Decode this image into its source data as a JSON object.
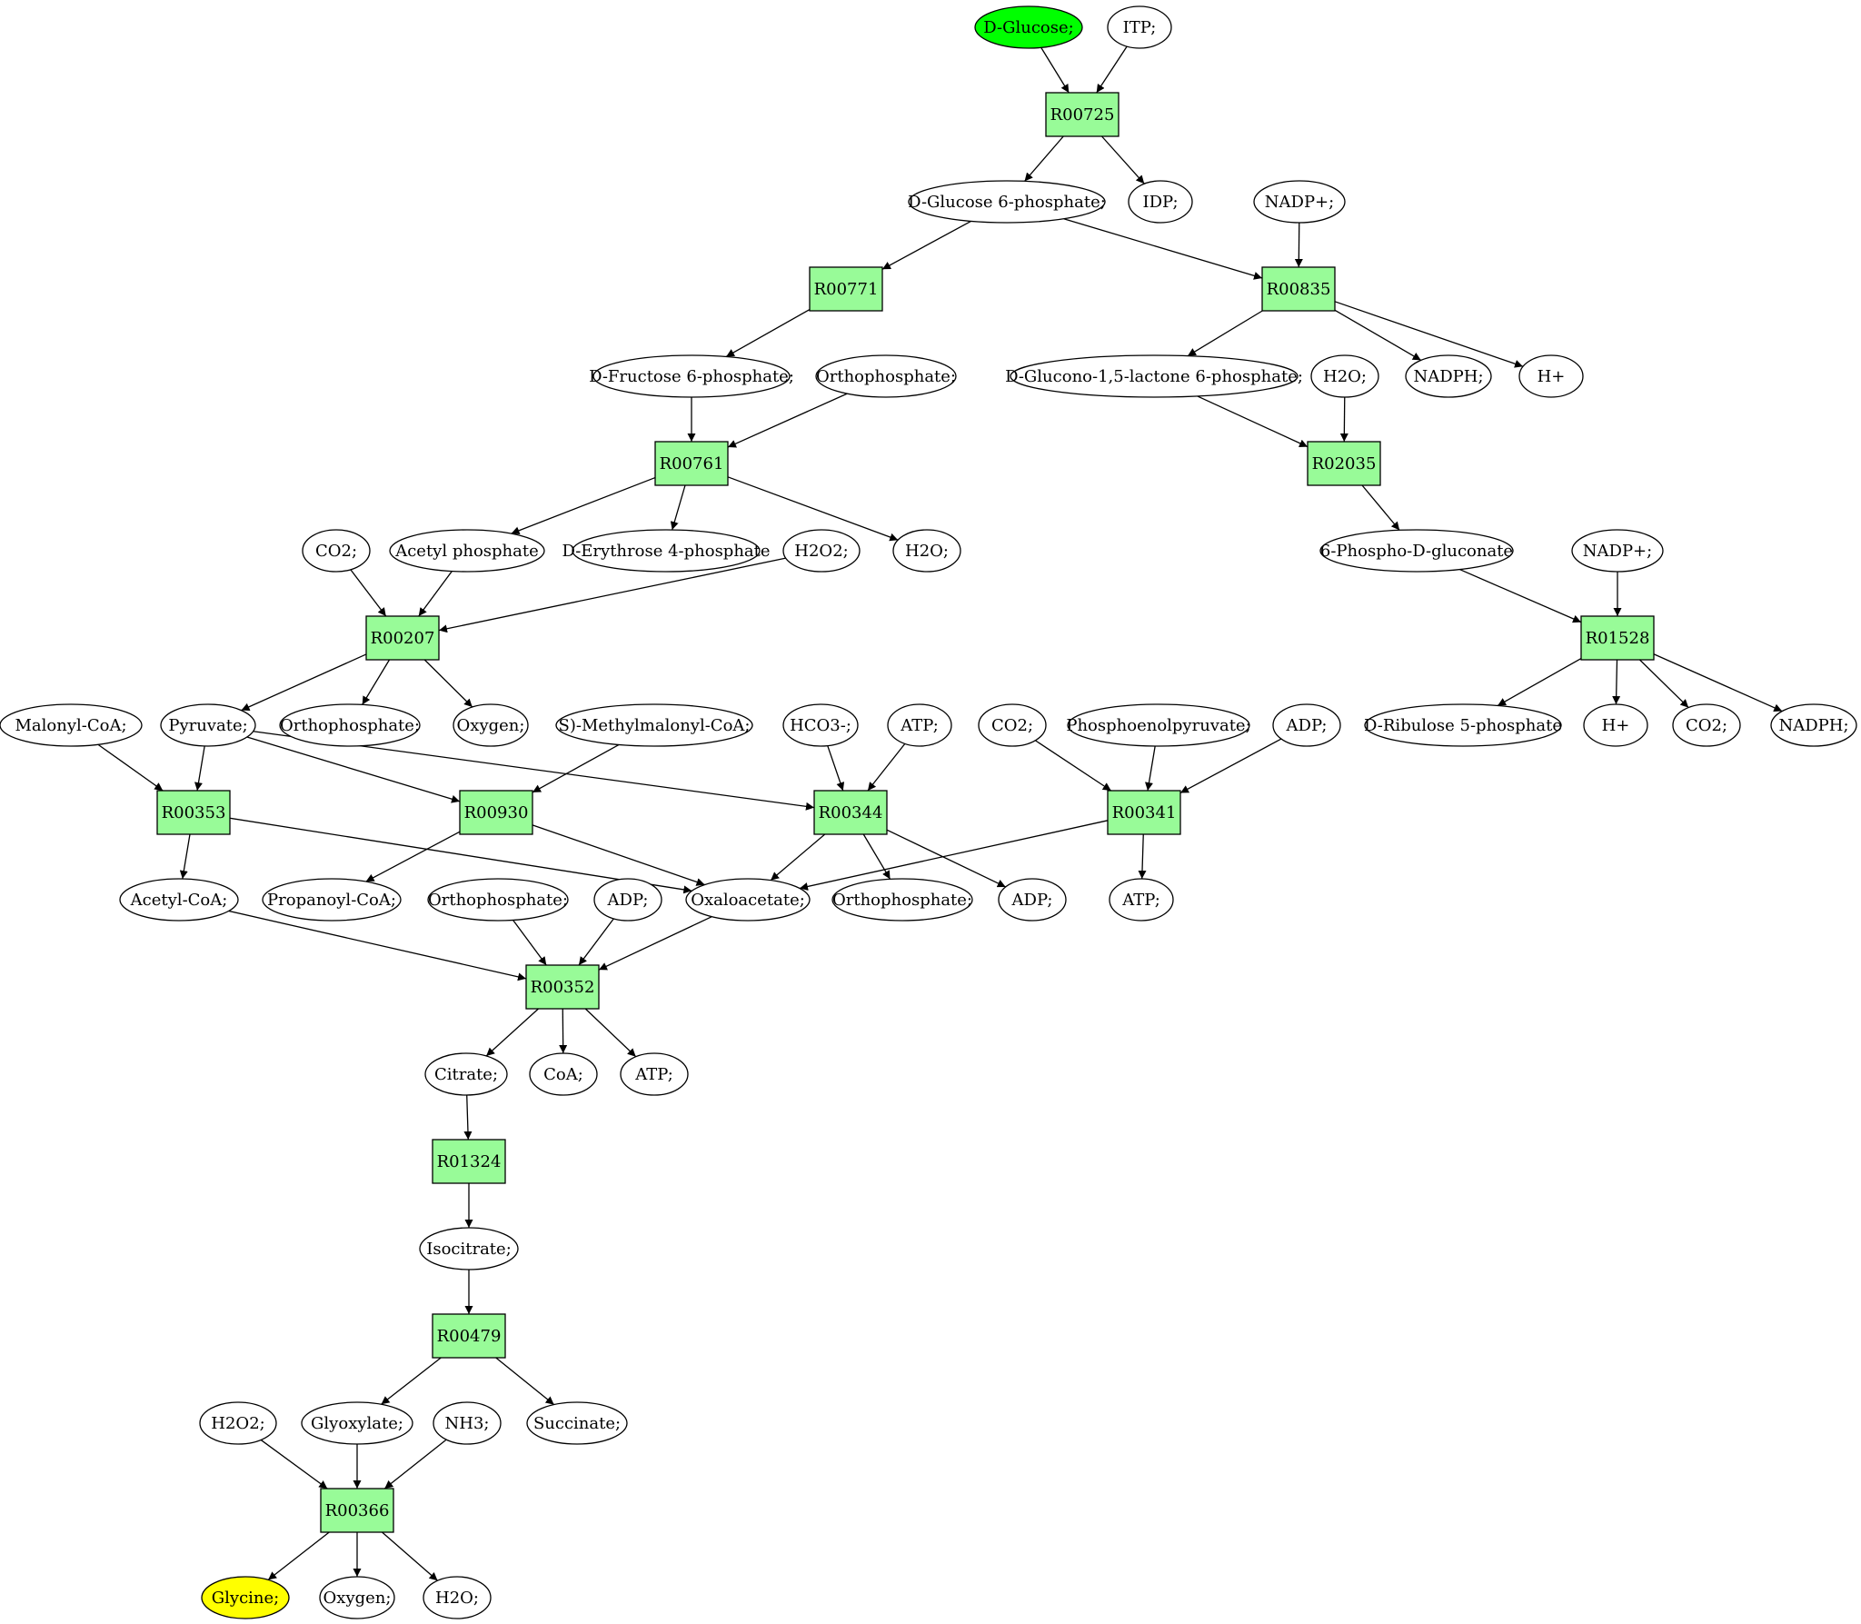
{
  "colors": {
    "reaction_fill": "#98fb98",
    "metabolite_fill": "#ffffff",
    "source_fill": "#00ff00",
    "target_fill": "#ffff00",
    "stroke": "#000000"
  },
  "reactions": [
    {
      "id": "R00725",
      "label": "R00725"
    },
    {
      "id": "R00771",
      "label": "R00771"
    },
    {
      "id": "R00835",
      "label": "R00835"
    },
    {
      "id": "R00761",
      "label": "R00761"
    },
    {
      "id": "R02035",
      "label": "R02035"
    },
    {
      "id": "R00207",
      "label": "R00207"
    },
    {
      "id": "R01528",
      "label": "R01528"
    },
    {
      "id": "R00353",
      "label": "R00353"
    },
    {
      "id": "R00930",
      "label": "R00930"
    },
    {
      "id": "R00344",
      "label": "R00344"
    },
    {
      "id": "R00341",
      "label": "R00341"
    },
    {
      "id": "R00352",
      "label": "R00352"
    },
    {
      "id": "R01324",
      "label": "R01324"
    },
    {
      "id": "R00479",
      "label": "R00479"
    },
    {
      "id": "R00366",
      "label": "R00366"
    }
  ],
  "metabolites": [
    {
      "id": "glucose",
      "label": "D-Glucose;",
      "role": "source"
    },
    {
      "id": "itp",
      "label": "ITP;"
    },
    {
      "id": "g6p",
      "label": "D-Glucose 6-phosphate;"
    },
    {
      "id": "idp",
      "label": "IDP;"
    },
    {
      "id": "nadp1",
      "label": "NADP+;"
    },
    {
      "id": "f6p",
      "label": "D-Fructose 6-phosphate;"
    },
    {
      "id": "ortho1",
      "label": "Orthophosphate;"
    },
    {
      "id": "glucono",
      "label": "D-Glucono-1,5-lactone 6-phosphate;"
    },
    {
      "id": "h2o1",
      "label": "H2O;"
    },
    {
      "id": "nadph1",
      "label": "NADPH;"
    },
    {
      "id": "hplus1",
      "label": "H+"
    },
    {
      "id": "co2a",
      "label": "CO2;"
    },
    {
      "id": "acetylp",
      "label": "Acetyl phosphate"
    },
    {
      "id": "e4p",
      "label": "D-Erythrose 4-phosphate"
    },
    {
      "id": "h2o2a",
      "label": "H2O2;"
    },
    {
      "id": "h2o2",
      "label": "H2O;"
    },
    {
      "id": "pgluc",
      "label": "6-Phospho-D-gluconate"
    },
    {
      "id": "nadp2",
      "label": "NADP+;"
    },
    {
      "id": "malcoa",
      "label": "Malonyl-CoA;"
    },
    {
      "id": "pyr",
      "label": "Pyruvate;"
    },
    {
      "id": "ortho2",
      "label": "Orthophosphate;"
    },
    {
      "id": "oxy1",
      "label": "Oxygen;"
    },
    {
      "id": "smmcoa",
      "label": "S)-Methylmalonyl-CoA;"
    },
    {
      "id": "hco3",
      "label": "HCO3-;"
    },
    {
      "id": "atp1",
      "label": "ATP;"
    },
    {
      "id": "co2b",
      "label": "CO2;"
    },
    {
      "id": "pep",
      "label": "Phosphoenolpyruvate;"
    },
    {
      "id": "adp1",
      "label": "ADP;"
    },
    {
      "id": "ru5p",
      "label": "D-Ribulose 5-phosphate"
    },
    {
      "id": "hplus2",
      "label": "H+"
    },
    {
      "id": "co2c",
      "label": "CO2;"
    },
    {
      "id": "nadph2",
      "label": "NADPH;"
    },
    {
      "id": "accoa",
      "label": "Acetyl-CoA;"
    },
    {
      "id": "propcoa",
      "label": "Propanoyl-CoA;"
    },
    {
      "id": "ortho3",
      "label": "Orthophosphate;"
    },
    {
      "id": "adp2",
      "label": "ADP;"
    },
    {
      "id": "oaa",
      "label": "Oxaloacetate;"
    },
    {
      "id": "ortho4",
      "label": "Orthophosphate;"
    },
    {
      "id": "adp3",
      "label": "ADP;"
    },
    {
      "id": "atp2",
      "label": "ATP;"
    },
    {
      "id": "citrate",
      "label": "Citrate;"
    },
    {
      "id": "coa",
      "label": "CoA;"
    },
    {
      "id": "atp3",
      "label": "ATP;"
    },
    {
      "id": "isocit",
      "label": "Isocitrate;"
    },
    {
      "id": "h2o2b",
      "label": "H2O2;"
    },
    {
      "id": "glyox",
      "label": "Glyoxylate;"
    },
    {
      "id": "nh3",
      "label": "NH3;"
    },
    {
      "id": "succ",
      "label": "Succinate;"
    },
    {
      "id": "glycine",
      "label": "Glycine;",
      "role": "target"
    },
    {
      "id": "oxy2",
      "label": "Oxygen;"
    },
    {
      "id": "h2o3",
      "label": "H2O;"
    }
  ],
  "edges": [
    [
      "glucose",
      "R00725"
    ],
    [
      "itp",
      "R00725"
    ],
    [
      "R00725",
      "g6p"
    ],
    [
      "R00725",
      "idp"
    ],
    [
      "g6p",
      "R00771"
    ],
    [
      "g6p",
      "R00835"
    ],
    [
      "nadp1",
      "R00835"
    ],
    [
      "R00771",
      "f6p"
    ],
    [
      "R00835",
      "glucono"
    ],
    [
      "R00835",
      "nadph1"
    ],
    [
      "R00835",
      "hplus1"
    ],
    [
      "f6p",
      "R00761"
    ],
    [
      "ortho1",
      "R00761"
    ],
    [
      "glucono",
      "R02035"
    ],
    [
      "h2o1",
      "R02035"
    ],
    [
      "R00761",
      "acetylp"
    ],
    [
      "R00761",
      "e4p"
    ],
    [
      "R00761",
      "h2o2"
    ],
    [
      "R02035",
      "pgluc"
    ],
    [
      "co2a",
      "R00207"
    ],
    [
      "acetylp",
      "R00207"
    ],
    [
      "h2o2a",
      "R00207"
    ],
    [
      "pgluc",
      "R01528"
    ],
    [
      "nadp2",
      "R01528"
    ],
    [
      "R00207",
      "pyr"
    ],
    [
      "R00207",
      "ortho2"
    ],
    [
      "R00207",
      "oxy1"
    ],
    [
      "R01528",
      "ru5p"
    ],
    [
      "R01528",
      "hplus2"
    ],
    [
      "R01528",
      "co2c"
    ],
    [
      "R01528",
      "nadph2"
    ],
    [
      "malcoa",
      "R00353"
    ],
    [
      "pyr",
      "R00353"
    ],
    [
      "pyr",
      "R00930"
    ],
    [
      "smmcoa",
      "R00930"
    ],
    [
      "pyr",
      "R00344"
    ],
    [
      "hco3",
      "R00344"
    ],
    [
      "atp1",
      "R00344"
    ],
    [
      "co2b",
      "R00341"
    ],
    [
      "pep",
      "R00341"
    ],
    [
      "adp1",
      "R00341"
    ],
    [
      "R00353",
      "accoa"
    ],
    [
      "R00353",
      "oaa"
    ],
    [
      "R00930",
      "propcoa"
    ],
    [
      "R00930",
      "oaa"
    ],
    [
      "R00344",
      "oaa"
    ],
    [
      "R00344",
      "ortho4"
    ],
    [
      "R00344",
      "adp3"
    ],
    [
      "R00341",
      "oaa"
    ],
    [
      "R00341",
      "atp2"
    ],
    [
      "accoa",
      "R00352"
    ],
    [
      "ortho3",
      "R00352"
    ],
    [
      "adp2",
      "R00352"
    ],
    [
      "oaa",
      "R00352"
    ],
    [
      "R00352",
      "citrate"
    ],
    [
      "R00352",
      "coa"
    ],
    [
      "R00352",
      "atp3"
    ],
    [
      "citrate",
      "R01324"
    ],
    [
      "R01324",
      "isocit"
    ],
    [
      "isocit",
      "R00479"
    ],
    [
      "R00479",
      "glyox"
    ],
    [
      "R00479",
      "succ"
    ],
    [
      "h2o2b",
      "R00366"
    ],
    [
      "glyox",
      "R00366"
    ],
    [
      "nh3",
      "R00366"
    ],
    [
      "R00366",
      "glycine"
    ],
    [
      "R00366",
      "oxy2"
    ],
    [
      "R00366",
      "h2o3"
    ]
  ]
}
